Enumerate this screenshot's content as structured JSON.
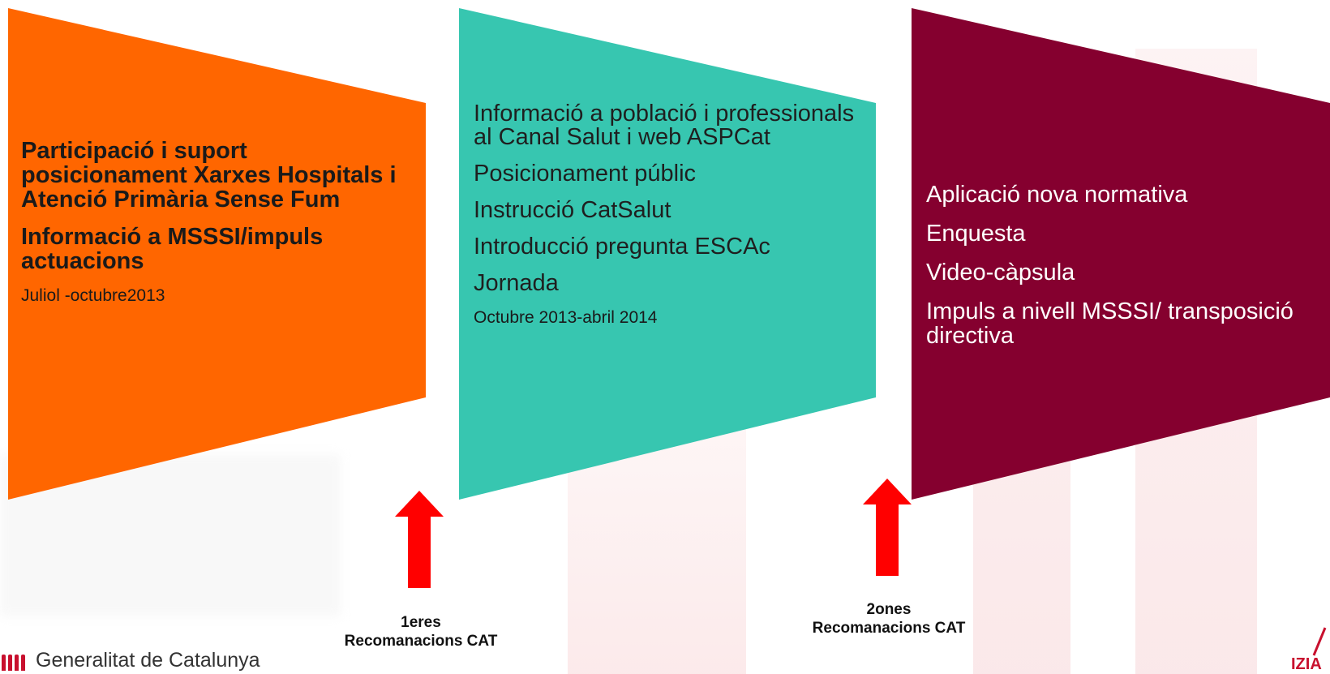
{
  "panel1": {
    "lines": [
      "Participació i suport posicionament Xarxes Hospitals i Atenció Primària Sense Fum",
      "Informació a MSSSI/impuls actuacions"
    ],
    "date": "Juliol -octubre2013",
    "color": "#ff6600"
  },
  "panel2": {
    "lines": [
      "Informació  a població i professionals  al Canal Salut i web ASPCat",
      "Posicionament públic",
      "Instrucció CatSalut",
      "Introducció pregunta ESCAc",
      "Jornada"
    ],
    "date": "Octubre 2013-abril  2014",
    "color": "#37c6b0"
  },
  "panel3": {
    "lines": [
      "Aplicació nova normativa",
      "Enquesta",
      "Video-càpsula",
      "Impuls a nivell  MSSSI/ transposició directiva"
    ],
    "color": "#85002f"
  },
  "recommendations": [
    {
      "label": "1eres Recomanacions CAT"
    },
    {
      "label": "2ones Recomanacions CAT"
    }
  ],
  "arrow_color": "#ff0000",
  "footer": {
    "org_name": "Generalitat de Catalunya",
    "corner_text": "IZIA"
  }
}
